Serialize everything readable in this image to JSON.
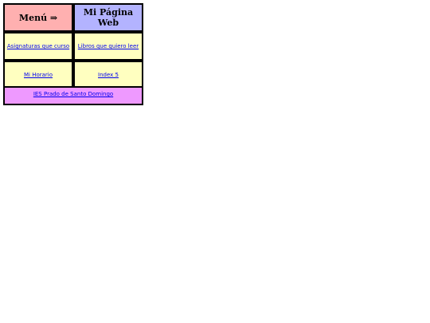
{
  "header": {
    "menu_label": "Menú ⇒",
    "title": "Mi Página Web"
  },
  "links": {
    "asignaturas": "Asignaturas que curso",
    "libros": "Libros que quiero leer",
    "horario": "Mi Horario",
    "index5": "Index 5"
  },
  "footer": {
    "school": "IES Prado de Santo Domingo"
  },
  "colors": {
    "menu_bg": "#ffb0b0",
    "title_bg": "#b3b3ff",
    "link_bg": "#ffffc0",
    "footer_bg": "#ee99ff",
    "link_color": "#0000ee"
  }
}
